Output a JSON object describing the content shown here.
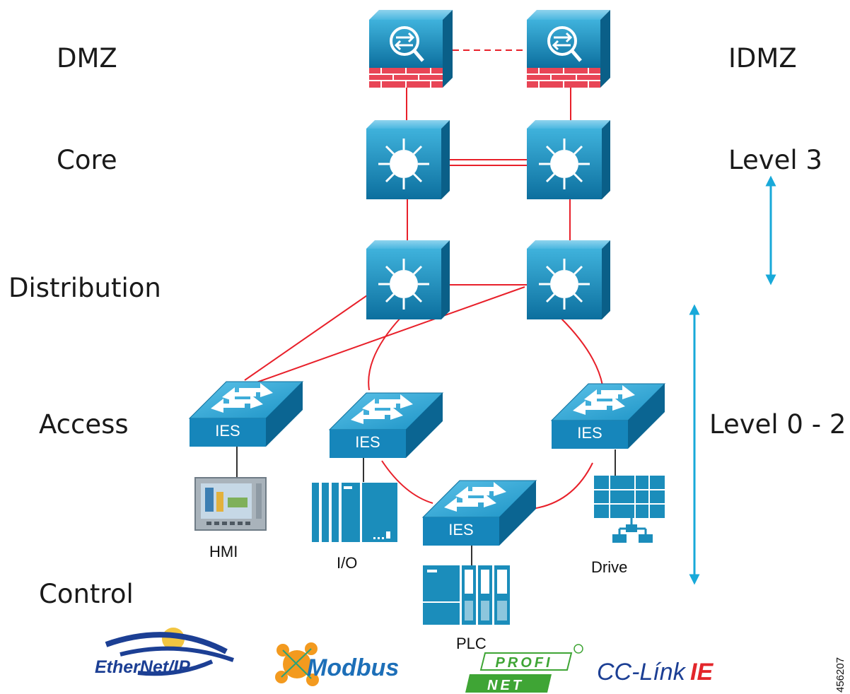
{
  "levels_left": {
    "dmz": "DMZ",
    "core": "Core",
    "distribution": "Distribution",
    "access": "Access",
    "control": "Control"
  },
  "levels_right": {
    "idmz": "IDMZ",
    "level3": "Level 3",
    "level02": "Level 0 - 2"
  },
  "switch_label": "IES",
  "devices": {
    "hmi": "HMI",
    "io": "I/O",
    "drive": "Drive",
    "plc": "PLC"
  },
  "protocols": {
    "ethernetip": "EtherNet/IP",
    "modbus": "Modbus",
    "profinet_top": "PROFI",
    "profinet_bottom": "NET",
    "cclink": "CC-Línk",
    "cclink_ie": "IE"
  },
  "figure_id": "456207",
  "colors": {
    "link_red": "#e8202a",
    "device_blue": "#1b8dbb",
    "arrow_cyan": "#18a9d9",
    "firewall_red": "#e84556"
  }
}
